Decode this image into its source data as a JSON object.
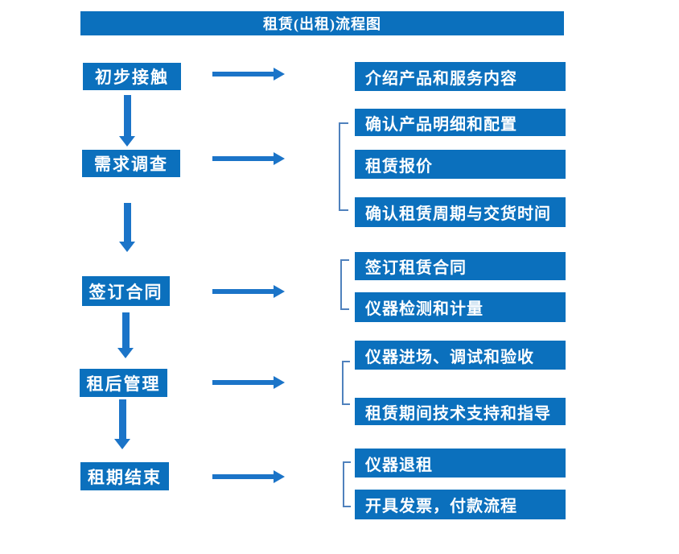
{
  "title": "租赁(出租)流程图",
  "colors": {
    "box_blue": "#0b70bd",
    "arrow_blue": "#1b74c8",
    "bracket_blue": "#4f81bd",
    "text_white": "#ffffff"
  },
  "flow": {
    "steps": [
      "初步接触",
      "需求调查",
      "签订合同",
      "租后管理",
      "租期结束"
    ],
    "groups": [
      {
        "source": "初步接触",
        "items": [
          "介绍产品和服务内容"
        ]
      },
      {
        "source": "需求调查",
        "items": [
          "确认产品明细和配置",
          "租赁报价",
          "确认租赁周期与交货时间"
        ]
      },
      {
        "source": "签订合同",
        "items": [
          "签订租赁合同",
          "仪器检测和计量"
        ]
      },
      {
        "source": "租后管理",
        "items": [
          "仪器进场、调试和验收",
          "租赁期间技术支持和指导"
        ]
      },
      {
        "source": "租期结束",
        "items": [
          "仪器退租",
          "开具发票，付款流程"
        ]
      }
    ]
  }
}
